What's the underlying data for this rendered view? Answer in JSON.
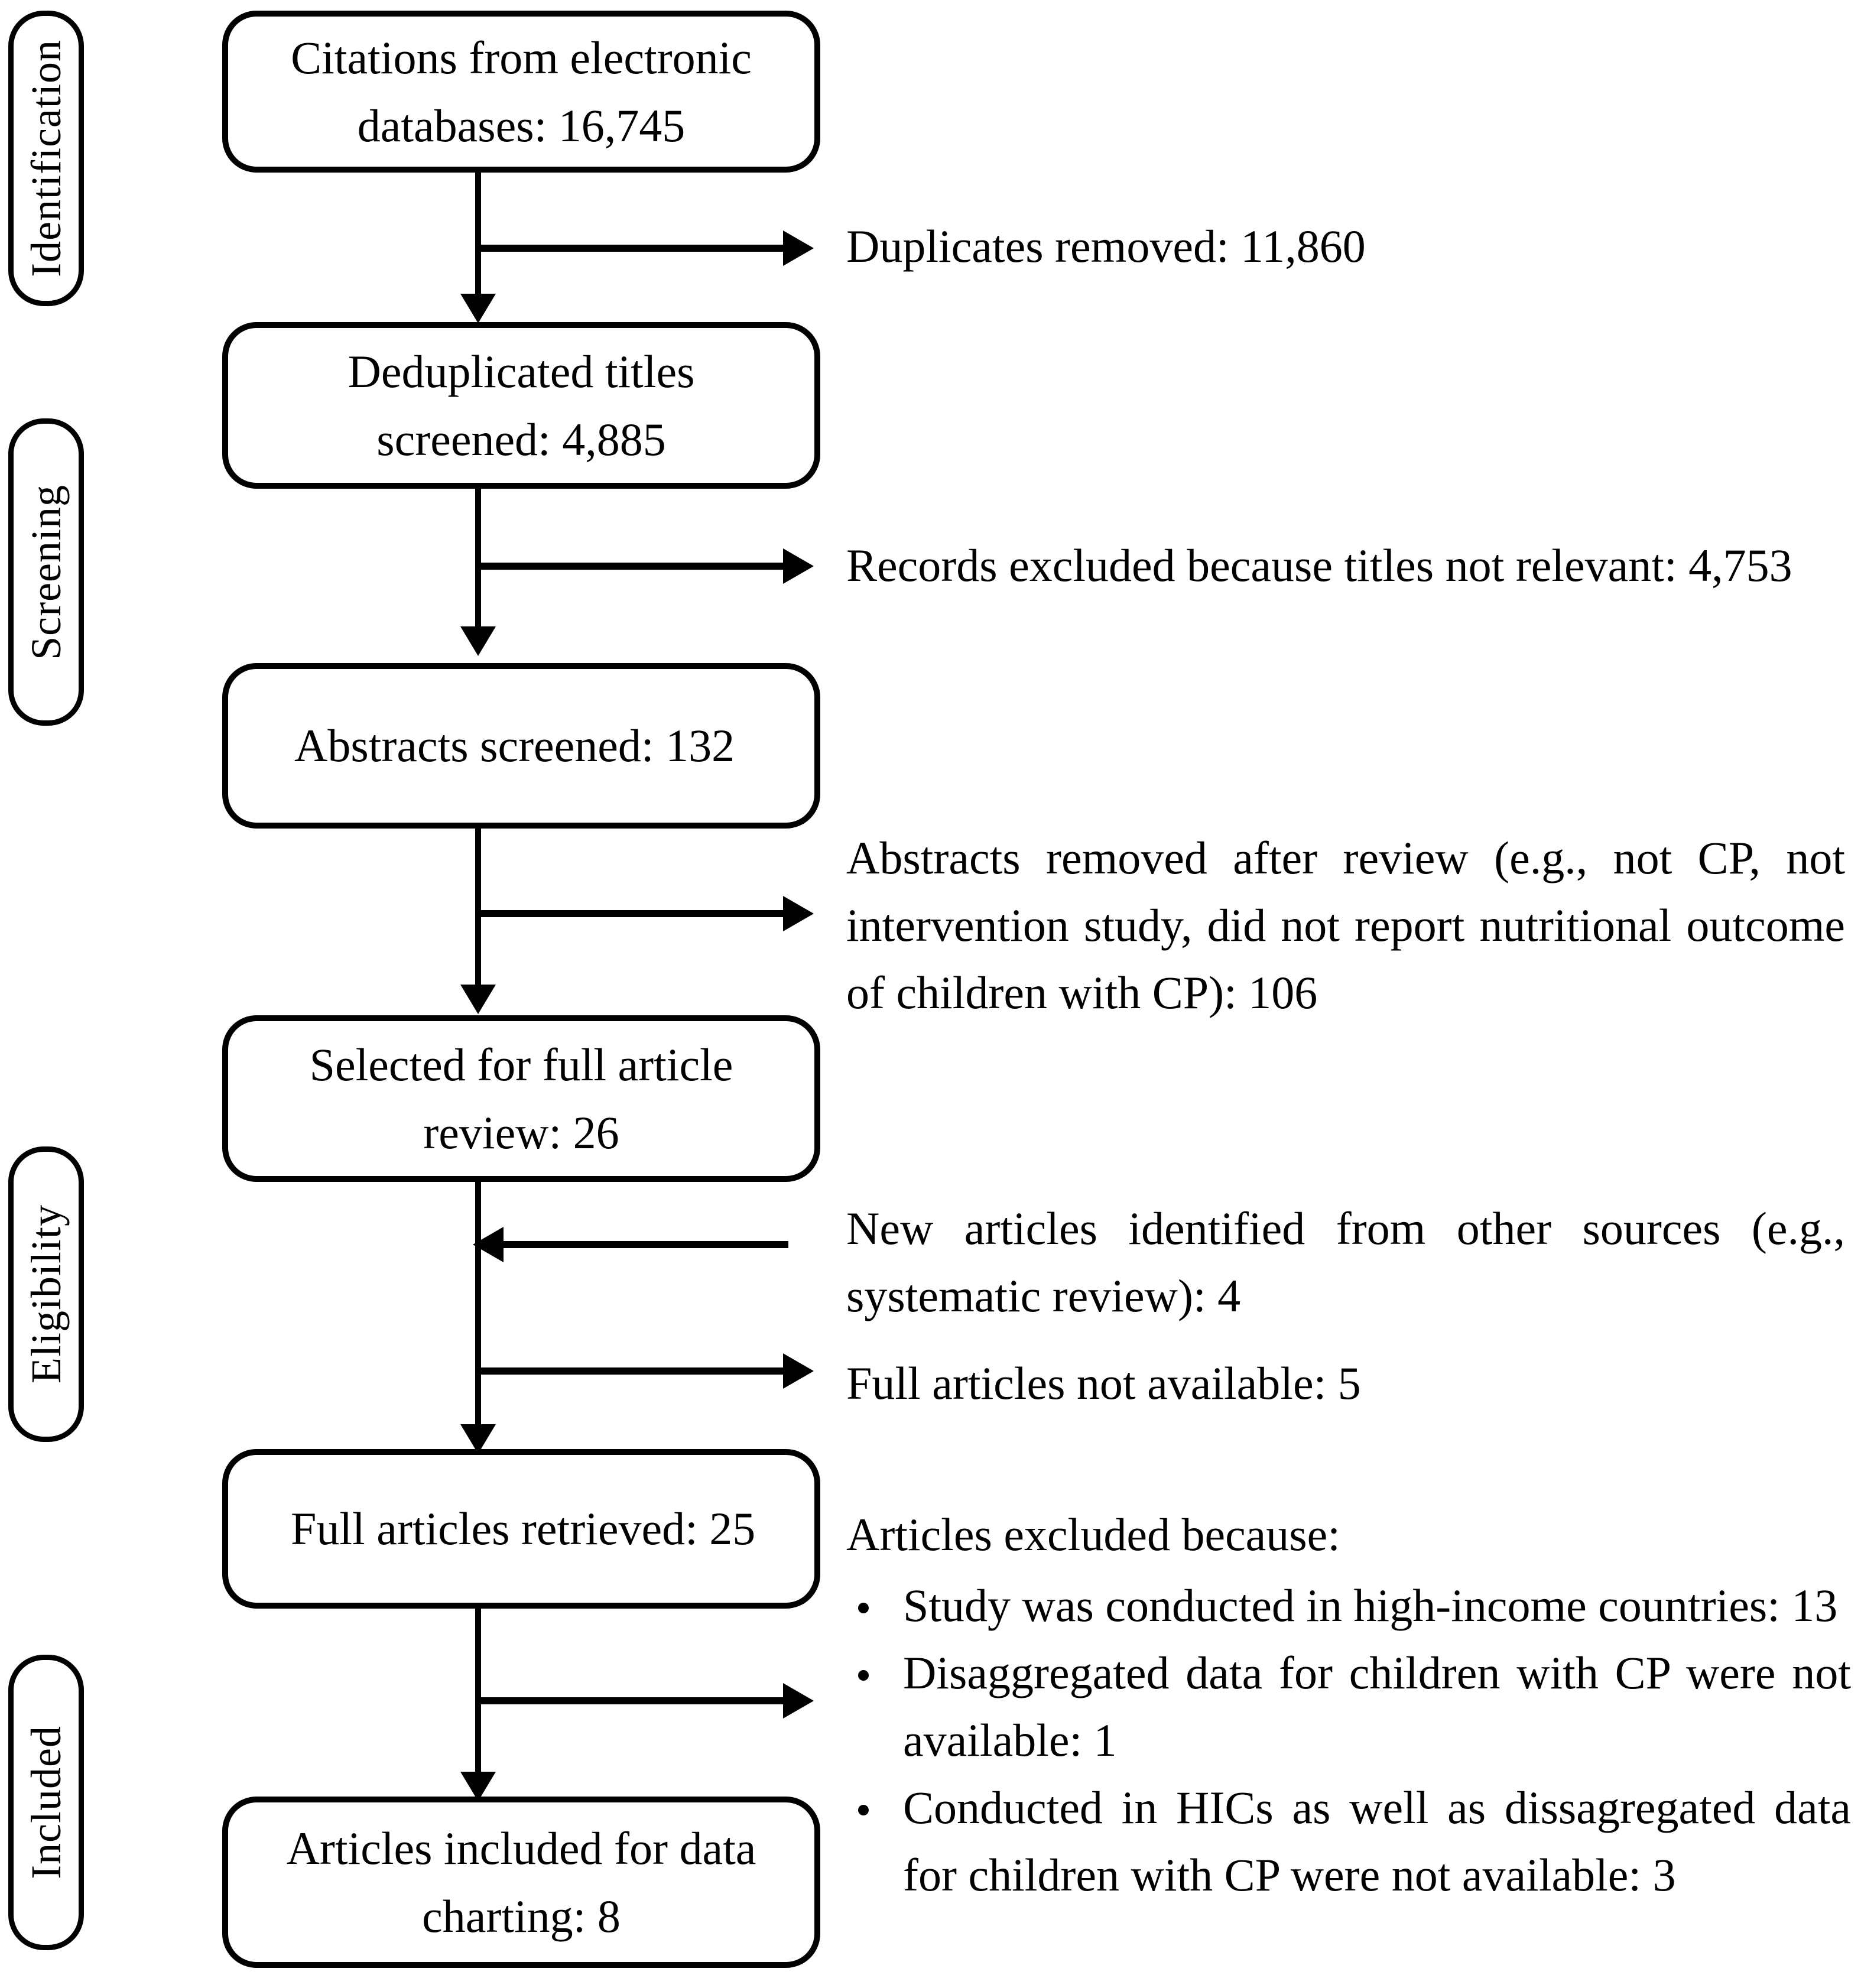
{
  "diagram": {
    "type": "prisma-flow-diagram",
    "title": "",
    "stages": [
      {
        "id": "identification",
        "label": "Identification"
      },
      {
        "id": "screening",
        "label": "Screening"
      },
      {
        "id": "eligibility",
        "label": "Eligibility"
      },
      {
        "id": "included",
        "label": "Included"
      }
    ],
    "boxes": [
      {
        "id": "citations",
        "line1": "Citations from electronic",
        "line2": "databases: 16,745",
        "count": 16745
      },
      {
        "id": "deduplicated",
        "line1": "Deduplicated titles",
        "line2": "screened: 4,885",
        "count": 4885
      },
      {
        "id": "abstracts",
        "line1": "Abstracts screened: 132",
        "line2": "",
        "count": 132
      },
      {
        "id": "selected-full",
        "line1": "Selected for full article",
        "line2": "review: 26",
        "count": 26
      },
      {
        "id": "full-retrieved",
        "line1": "Full articles retrieved: 25",
        "line2": "",
        "count": 25
      },
      {
        "id": "included-charting",
        "line1": "Articles included for data",
        "line2": "charting: 8",
        "count": 8
      }
    ],
    "annotations": [
      {
        "id": "duplicates-removed",
        "text": "Duplicates removed: 11,860",
        "count": 11860
      },
      {
        "id": "titles-excluded",
        "text": "Records excluded because titles not relevant: 4,753",
        "count": 4753
      },
      {
        "id": "abstracts-removed",
        "text": "Abstracts removed after review (e.g., not CP, not intervention study, did not report nutritional outcome of children with CP): 106",
        "count": 106
      },
      {
        "id": "new-articles",
        "text": "New articles identified from other sources (e.g., systematic review): 4",
        "count": 4
      },
      {
        "id": "full-not-available",
        "text": "Full articles not available: 5",
        "count": 5
      }
    ],
    "exclusions": {
      "heading": "Articles excluded because:",
      "items": [
        {
          "text": "Study was conducted in high-income countries: 13",
          "count": 13
        },
        {
          "text": "Disaggregated data for children with CP were not available: 1",
          "count": 1
        },
        {
          "text": "Conducted in HICs as well as dissagregated data for children with CP were not available: 3",
          "count": 3
        }
      ]
    },
    "colors": {
      "stroke": "#000000",
      "background": "#ffffff",
      "text": "#000000"
    }
  }
}
